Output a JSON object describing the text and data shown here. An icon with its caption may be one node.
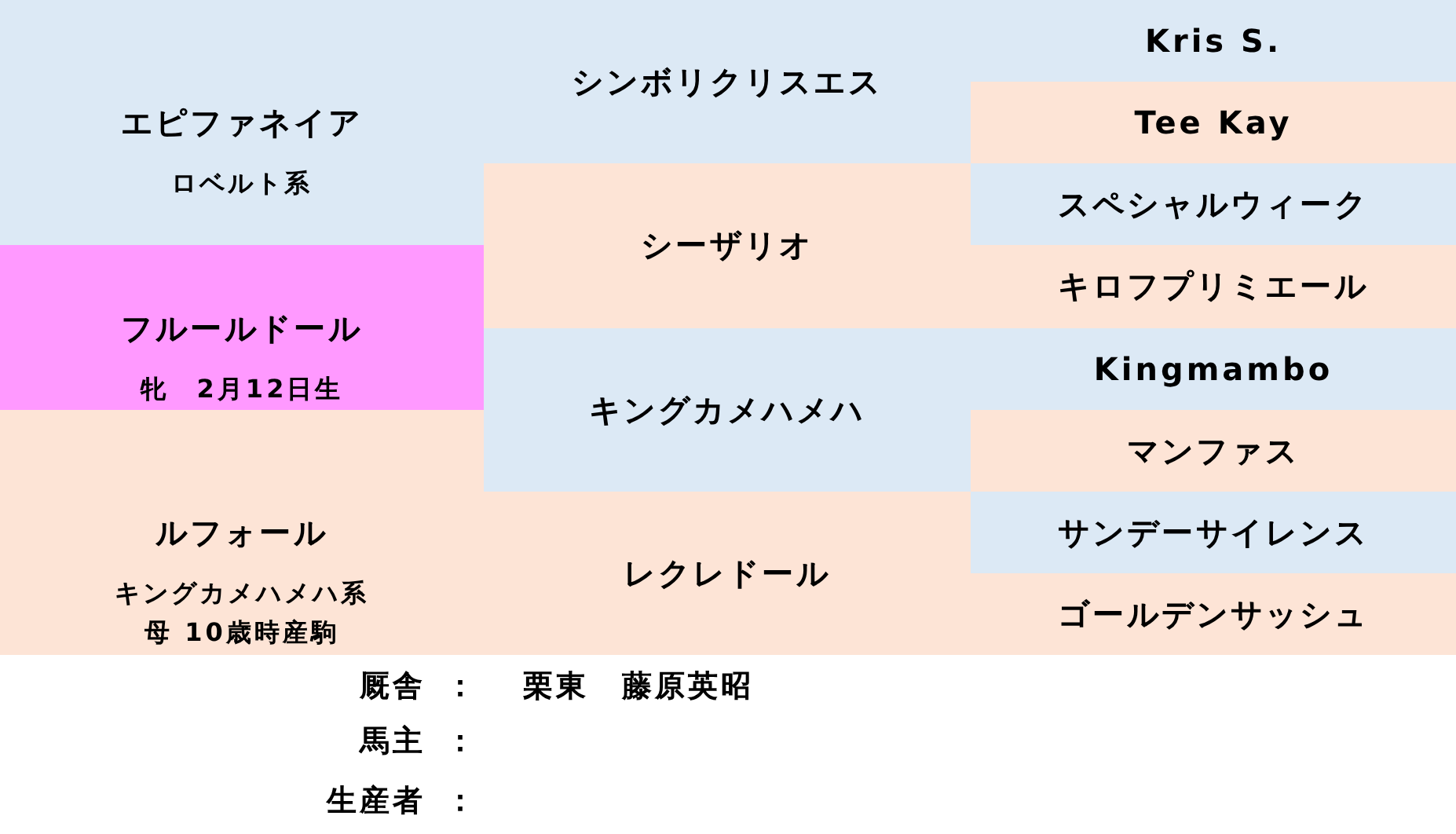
{
  "diagram": {
    "nodes": [
      {
        "text": [
          "エピファネイア",
          "ロベルト系"
        ]
      },
      {
        "text": [
          "フルールドール",
          "牝　2月12日生"
        ]
      },
      {
        "text": [
          "ルフォール",
          "キングカメハメハ系",
          "母 10歳時産駒"
        ]
      },
      {
        "text": [
          "シンボリクリスエス"
        ]
      },
      {
        "text": [
          "シーザリオ"
        ]
      },
      {
        "text": [
          "キングカメハメハ"
        ]
      },
      {
        "text": [
          "レクレドール"
        ]
      },
      {
        "text": [
          "Kris S."
        ]
      },
      {
        "text": [
          "Tee Kay"
        ]
      },
      {
        "text": [
          "スペシャルウィーク"
        ]
      },
      {
        "text": [
          "キロフプリミエール"
        ]
      },
      {
        "text": [
          "Kingmambo"
        ]
      },
      {
        "text": [
          "マンファス"
        ]
      },
      {
        "text": [
          "サンデーサイレンス"
        ]
      },
      {
        "text": [
          "ゴールデンサッシュ"
        ]
      }
    ],
    "labels": [
      "厩舎",
      "：",
      "栗東　藤原英昭",
      "馬主",
      "：",
      "生産者",
      "："
    ]
  }
}
